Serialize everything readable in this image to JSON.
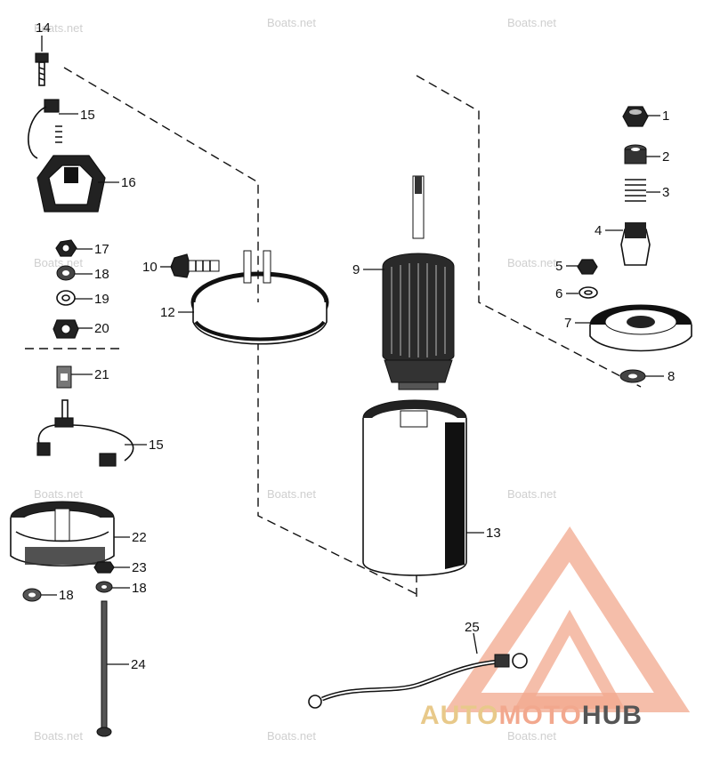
{
  "watermark": "Boats.net",
  "brand": {
    "part1": "AUTO",
    "part2": "MOTO",
    "part3": "HUB",
    "color_primary": "#f2a88e",
    "color_accent": "#e8c98a",
    "color_dark": "#555555"
  },
  "callouts": [
    {
      "id": "c1",
      "text": "1"
    },
    {
      "id": "c2",
      "text": "2"
    },
    {
      "id": "c3",
      "text": "3"
    },
    {
      "id": "c4",
      "text": "4"
    },
    {
      "id": "c5",
      "text": "5"
    },
    {
      "id": "c6",
      "text": "6"
    },
    {
      "id": "c7",
      "text": "7"
    },
    {
      "id": "c8",
      "text": "8"
    },
    {
      "id": "c9",
      "text": "9"
    },
    {
      "id": "c10",
      "text": "10"
    },
    {
      "id": "c12",
      "text": "12"
    },
    {
      "id": "c13",
      "text": "13"
    },
    {
      "id": "c14",
      "text": "14"
    },
    {
      "id": "c15a",
      "text": "15"
    },
    {
      "id": "c15b",
      "text": "15"
    },
    {
      "id": "c16",
      "text": "16"
    },
    {
      "id": "c17",
      "text": "17"
    },
    {
      "id": "c18a",
      "text": "18"
    },
    {
      "id": "c18b",
      "text": "18"
    },
    {
      "id": "c18c",
      "text": "18"
    },
    {
      "id": "c19",
      "text": "19"
    },
    {
      "id": "c20",
      "text": "20"
    },
    {
      "id": "c21",
      "text": "21"
    },
    {
      "id": "c22",
      "text": "22"
    },
    {
      "id": "c23",
      "text": "23"
    },
    {
      "id": "c24",
      "text": "24"
    },
    {
      "id": "c25",
      "text": "25"
    }
  ]
}
